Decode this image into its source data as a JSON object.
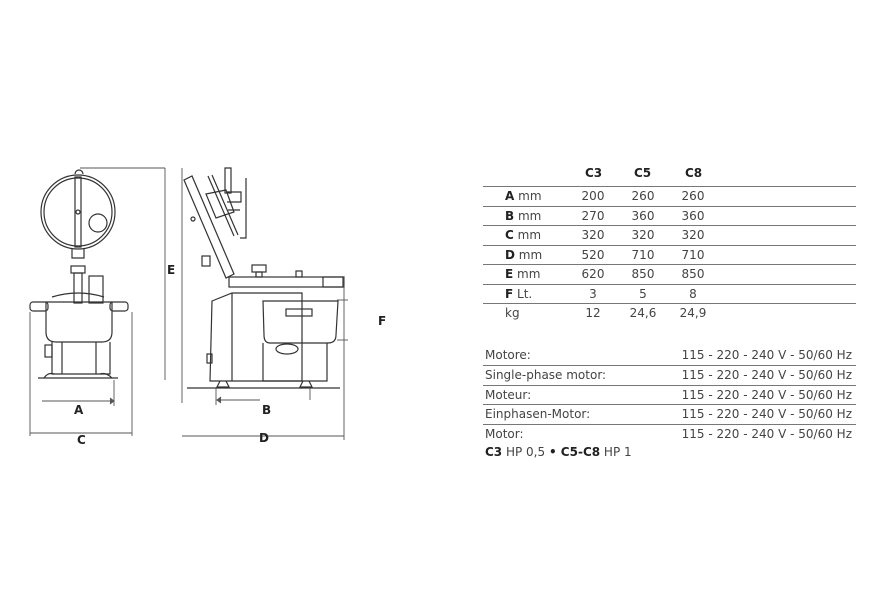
{
  "drawing": {
    "labels": {
      "A": "A",
      "B": "B",
      "C": "C",
      "D": "D",
      "E": "E",
      "F": "F"
    }
  },
  "specs": {
    "columns": [
      "C3",
      "C5",
      "C8"
    ],
    "rows": [
      {
        "key": "A",
        "unit": "mm",
        "values": [
          "200",
          "260",
          "260"
        ]
      },
      {
        "key": "B",
        "unit": "mm",
        "values": [
          "270",
          "360",
          "360"
        ]
      },
      {
        "key": "C",
        "unit": "mm",
        "values": [
          "320",
          "320",
          "320"
        ]
      },
      {
        "key": "D",
        "unit": "mm",
        "values": [
          "520",
          "710",
          "710"
        ]
      },
      {
        "key": "E",
        "unit": "mm",
        "values": [
          "620",
          "850",
          "850"
        ]
      },
      {
        "key": "F",
        "unit": " Lt.",
        "values": [
          "3",
          "5",
          "8"
        ]
      },
      {
        "key": "",
        "unit": "kg",
        "values": [
          "12",
          "24,6",
          "24,9"
        ]
      }
    ]
  },
  "motor": {
    "rows": [
      {
        "label": "Motore:",
        "value": "115 - 220 - 240 V - 50/60 Hz"
      },
      {
        "label": "Single-phase motor:",
        "value": "115 - 220 - 240 V - 50/60 Hz"
      },
      {
        "label": "Moteur:",
        "value": "115 - 220 - 240 V - 50/60 Hz"
      },
      {
        "label": "Einphasen-Motor:",
        "value": "115 - 220 - 240 V - 50/60 Hz"
      },
      {
        "label": "Motor:",
        "value": "115 - 220 - 240 V - 50/60 Hz"
      }
    ]
  },
  "power": {
    "m1": "C3",
    "p1": " HP 0,5 ",
    "sep": "•",
    "m2": " C5-C8",
    "p2": " HP 1"
  }
}
